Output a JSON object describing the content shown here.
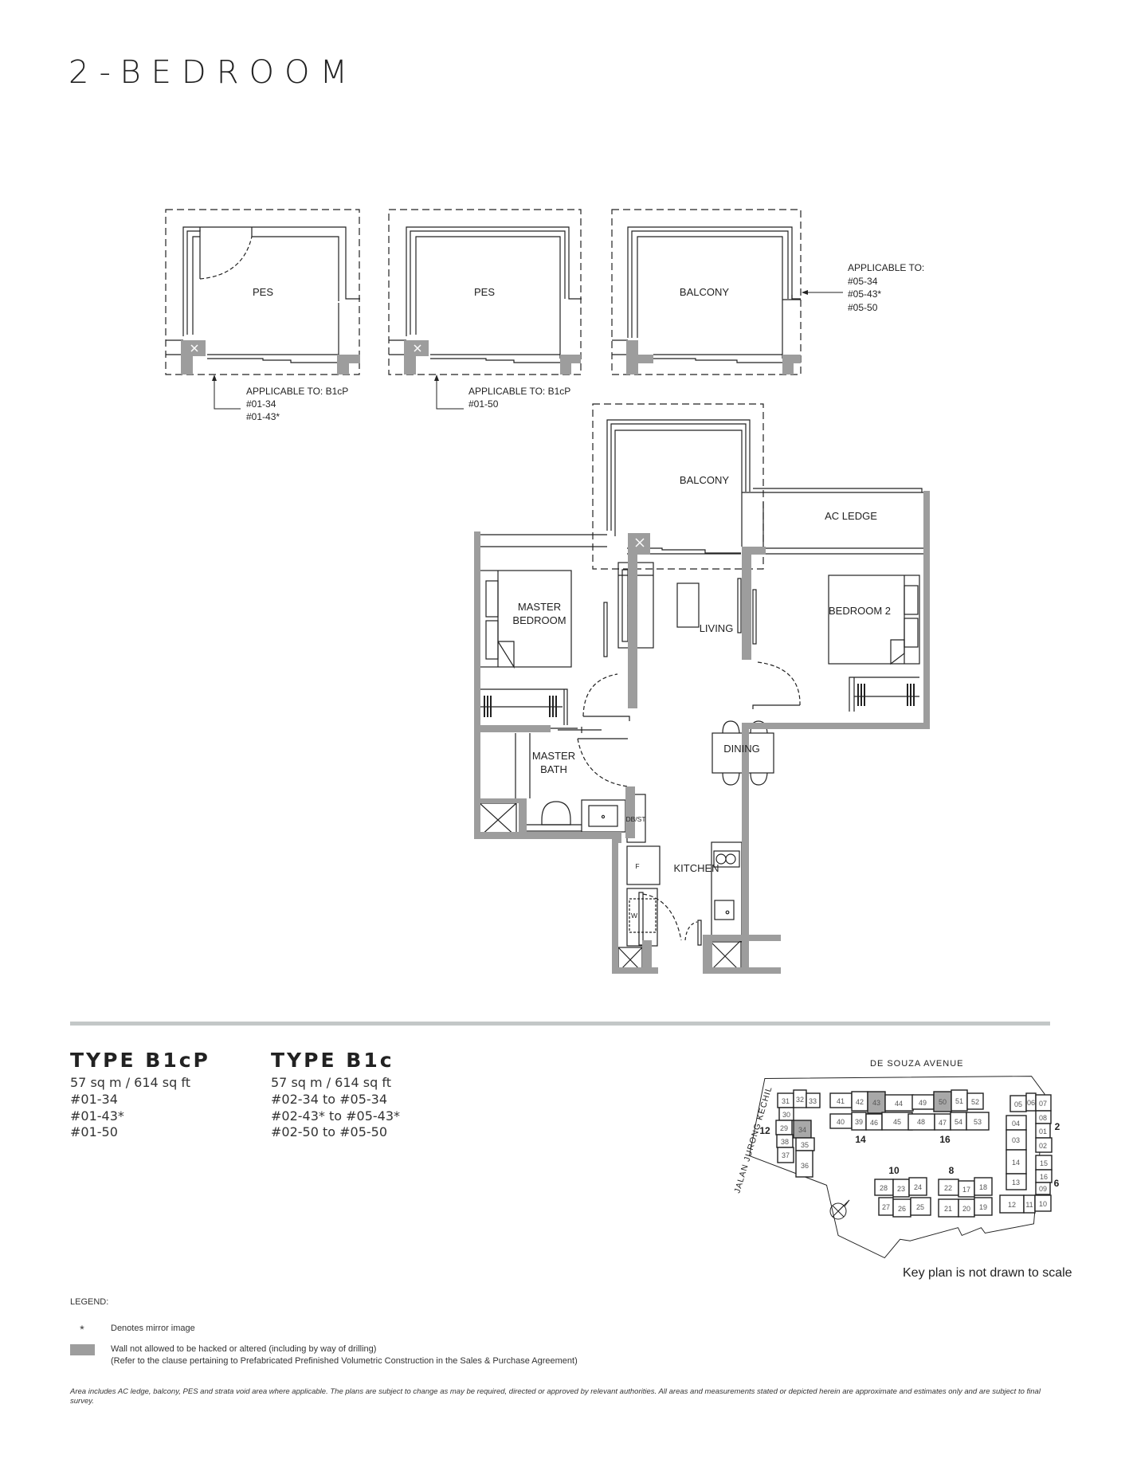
{
  "page": {
    "title": "2-BEDROOM"
  },
  "plan_variants": [
    {
      "space_label": "PES",
      "applicable_label": "APPLICABLE TO: B1cP",
      "units": [
        "#01-34",
        "#01-43*"
      ]
    },
    {
      "space_label": "PES",
      "applicable_label": "APPLICABLE TO: B1cP",
      "units": [
        "#01-50"
      ]
    },
    {
      "space_label": "BALCONY",
      "applicable_label": "APPLICABLE TO:",
      "units": [
        "#05-34",
        "#05-43*",
        "#05-50"
      ]
    }
  ],
  "floor_plan": {
    "rooms": {
      "balcony": "BALCONY",
      "ac_ledge": "AC LEDGE",
      "master_bedroom_line1": "MASTER",
      "master_bedroom_line2": "BEDROOM",
      "living": "LIVING",
      "bedroom2": "BEDROOM 2",
      "dining": "DINING",
      "master_bath_line1": "MASTER",
      "master_bath_line2": "BATH",
      "db_st": "DB/ST",
      "kitchen": "KITCHEN",
      "fridge": "F",
      "washer": "W"
    }
  },
  "unit_types": [
    {
      "title": "TYPE B1cP",
      "area": "57 sq m / 614 sq ft",
      "units": [
        "#01-34",
        "#01-43*",
        "#01-50"
      ]
    },
    {
      "title": "TYPE B1c",
      "area": "57 sq m / 614 sq ft",
      "units": [
        "#02-34 to #05-34",
        "#02-43* to #05-43*",
        "#02-50 to #05-50"
      ]
    }
  ],
  "key_plan": {
    "top_road": "DE SOUZA AVENUE",
    "side_road": "JALAN JURONG KECHIL",
    "note": "Key plan is not drawn to scale",
    "highlighted_units": [
      "34",
      "43",
      "50"
    ],
    "highlight_color": "#a8a8a8",
    "blocks": [
      {
        "label": "12",
        "units": [
          "31",
          "32",
          "33",
          "30",
          "29",
          "34",
          "38",
          "35",
          "37",
          "36"
        ]
      },
      {
        "label": "14",
        "units": [
          "41",
          "42",
          "43",
          "44",
          "40",
          "39",
          "46",
          "45"
        ]
      },
      {
        "label": "16",
        "units": [
          "49",
          "50",
          "51",
          "52",
          "48",
          "47",
          "54",
          "53"
        ]
      },
      {
        "label": "2",
        "units": [
          "05",
          "06",
          "07",
          "08",
          "04",
          "01",
          "02"
        ]
      },
      {
        "label": "6",
        "units": [
          "03",
          "14",
          "15",
          "16",
          "13",
          "09",
          "12",
          "11",
          "10"
        ]
      },
      {
        "label": "10",
        "units": [
          "28",
          "23",
          "24",
          "27",
          "26",
          "25"
        ]
      },
      {
        "label": "8",
        "units": [
          "22",
          "17",
          "18",
          "21",
          "20",
          "19"
        ]
      }
    ]
  },
  "legend": {
    "title": "LEGEND:",
    "items": [
      {
        "symbol": "*",
        "text": "Denotes mirror image"
      },
      {
        "symbol": "grey-swatch",
        "text": "Wall not allowed to be hacked or altered (including by way of drilling)",
        "subtext": "(Refer to the clause pertaining to Prefabricated Prefinished Volumetric Construction in the Sales & Purchase Agreement)"
      }
    ]
  },
  "footnote": "Area includes AC ledge, balcony, PES and strata void area where applicable. The plans are subject to change as may be required, directed or approved by relevant authorities. All areas and measurements stated or depicted herein are approximate and estimates only and are subject to final survey.",
  "colors": {
    "structural_wall": "#9d9d9d",
    "divider": "#c3c7c7",
    "line": "#222222"
  }
}
